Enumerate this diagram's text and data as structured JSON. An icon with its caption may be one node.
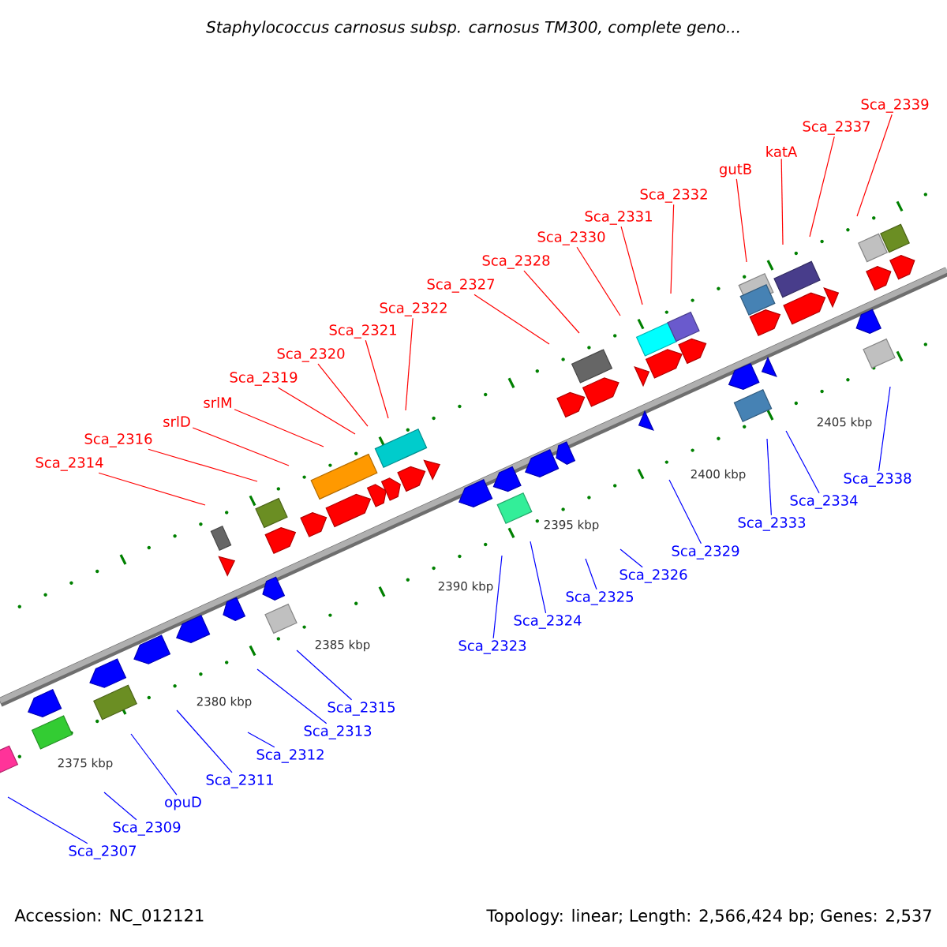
{
  "diagram": {
    "title": "Staphylococcus carnosus subsp. carnosus TM300, complete geno...",
    "nodes": [
      {
        "text": [
          "Sca_2314"
        ]
      },
      {
        "text": [
          "Sca_2316"
        ]
      },
      {
        "text": [
          "srlD"
        ]
      },
      {
        "text": [
          "srlM"
        ]
      },
      {
        "text": [
          "Sca_2319"
        ]
      },
      {
        "text": [
          "Sca_2320"
        ]
      },
      {
        "text": [
          "Sca_2321"
        ]
      },
      {
        "text": [
          "Sca_2322"
        ]
      },
      {
        "text": [
          "Sca_2327"
        ]
      },
      {
        "text": [
          "Sca_2328"
        ]
      },
      {
        "text": [
          "Sca_2330"
        ]
      },
      {
        "text": [
          "Sca_2331"
        ]
      },
      {
        "text": [
          "Sca_2332"
        ]
      },
      {
        "text": [
          "gutB"
        ]
      },
      {
        "text": [
          "katA"
        ]
      },
      {
        "text": [
          "Sca_2337"
        ]
      },
      {
        "text": [
          "Sca_2339"
        ]
      },
      {
        "text": [
          "Sca_2307"
        ]
      },
      {
        "text": [
          "Sca_2309"
        ]
      },
      {
        "text": [
          "opuD"
        ]
      },
      {
        "text": [
          "Sca_2311"
        ]
      },
      {
        "text": [
          "Sca_2312"
        ]
      },
      {
        "text": [
          "Sca_2313"
        ]
      },
      {
        "text": [
          "Sca_2315"
        ]
      },
      {
        "text": [
          "Sca_2323"
        ]
      },
      {
        "text": [
          "Sca_2324"
        ]
      },
      {
        "text": [
          "Sca_2325"
        ]
      },
      {
        "text": [
          "Sca_2326"
        ]
      },
      {
        "text": [
          "Sca_2329"
        ]
      },
      {
        "text": [
          "Sca_2333"
        ]
      },
      {
        "text": [
          "Sca_2334"
        ]
      },
      {
        "text": [
          "Sca_2338"
        ]
      }
    ],
    "edges": [
      {
        "from": 0,
        "to": null,
        "arrow": "none"
      },
      {
        "from": 1,
        "to": null,
        "arrow": "none"
      },
      {
        "from": 2,
        "to": null,
        "arrow": "none"
      },
      {
        "from": 3,
        "to": null,
        "arrow": "none"
      },
      {
        "from": 4,
        "to": null,
        "arrow": "none"
      },
      {
        "from": 5,
        "to": null,
        "arrow": "none"
      },
      {
        "from": 6,
        "to": null,
        "arrow": "none"
      },
      {
        "from": 7,
        "to": null,
        "arrow": "none"
      },
      {
        "from": 8,
        "to": null,
        "arrow": "none"
      },
      {
        "from": 9,
        "to": null,
        "arrow": "none"
      },
      {
        "from": 10,
        "to": null,
        "arrow": "none"
      },
      {
        "from": 11,
        "to": null,
        "arrow": "none"
      },
      {
        "from": 12,
        "to": null,
        "arrow": "none"
      },
      {
        "from": 13,
        "to": null,
        "arrow": "none"
      },
      {
        "from": 14,
        "to": null,
        "arrow": "none"
      },
      {
        "from": 15,
        "to": null,
        "arrow": "none"
      },
      {
        "from": 16,
        "to": null,
        "arrow": "none"
      },
      {
        "from": 17,
        "to": null,
        "arrow": "none",
        "color": "#0000ff"
      },
      {
        "from": 18,
        "to": null,
        "arrow": "none",
        "color": "#0000ff"
      },
      {
        "from": 19,
        "to": null,
        "arrow": "none",
        "color": "#0000ff"
      },
      {
        "from": 20,
        "to": null,
        "arrow": "none",
        "color": "#0000ff"
      },
      {
        "from": 21,
        "to": null,
        "arrow": "none",
        "color": "#0000ff"
      },
      {
        "from": 22,
        "to": null,
        "arrow": "none",
        "color": "#0000ff"
      },
      {
        "from": 23,
        "to": null,
        "arrow": "none",
        "color": "#0000ff"
      },
      {
        "from": 24,
        "to": null,
        "arrow": "none",
        "color": "#0000ff"
      },
      {
        "from": 25,
        "to": null,
        "arrow": "none",
        "color": "#0000ff"
      },
      {
        "from": 26,
        "to": null,
        "arrow": "none",
        "color": "#0000ff"
      },
      {
        "from": 27,
        "to": null,
        "arrow": "none",
        "color": "#0000ff"
      },
      {
        "from": 28,
        "to": null,
        "arrow": "none",
        "color": "#0000ff"
      },
      {
        "from": 29,
        "to": null,
        "arrow": "none",
        "color": "#0000ff"
      },
      {
        "from": 30,
        "to": null,
        "arrow": "none",
        "color": "#0000ff"
      },
      {
        "from": 31,
        "to": null,
        "arrow": "none",
        "color": "#0000ff"
      }
    ],
    "labels": [
      "2405 kbp",
      "2400 kbp",
      "2395 kbp",
      "2390 kbp",
      "2385 kbp",
      "2380 kbp",
      "2375 kbp",
      "Accession: NC_012121",
      "Topology: linear; Length: 2,566,424 bp; Genes: 2,537"
    ]
  }
}
